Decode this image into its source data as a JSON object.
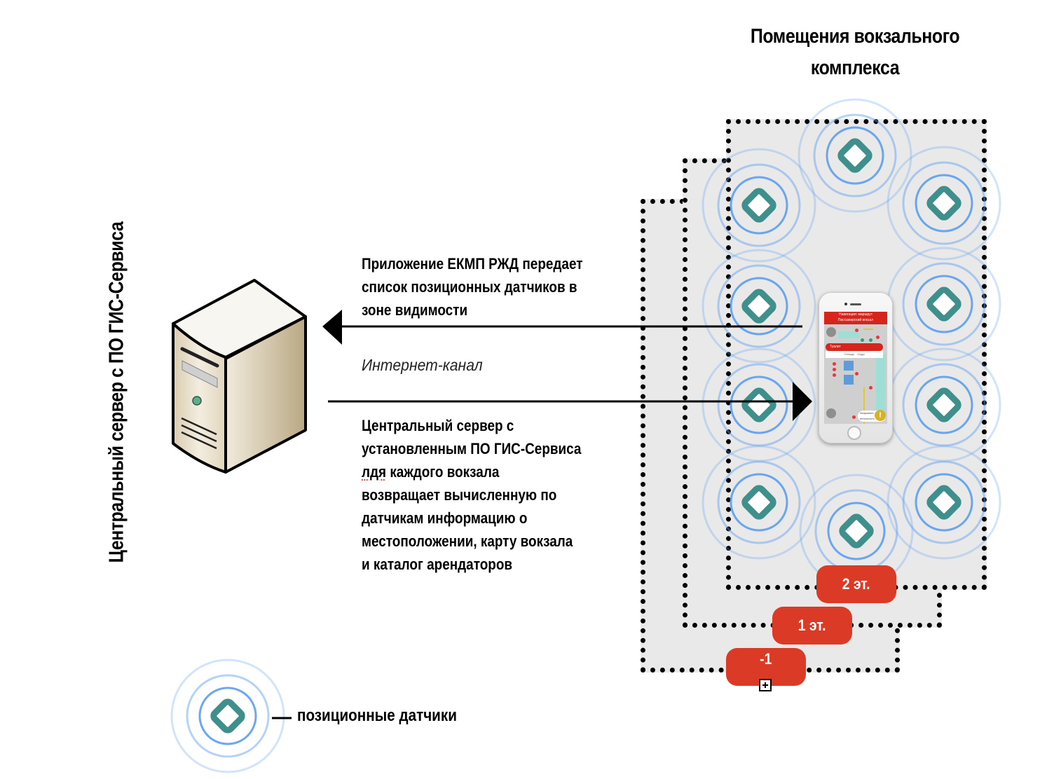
{
  "title": {
    "line1": "Помещения вокзального",
    "line2": "комплекса"
  },
  "server_label": "Центральный сервер с ПО ГИС-Сервиса",
  "upper_message": {
    "lines": [
      "Приложение ЕКМП РЖД передает",
      "список позиционных датчиков в",
      "зоне видимости"
    ],
    "direction": "phone-to-server"
  },
  "channel_label": "Интернет-канал",
  "lower_message": {
    "lines": [
      "Центральный сервер с",
      "установленным ПО ГИС-Сервиса",
      "лдя каждого вокзала",
      "возвращает вычисленную по",
      "датчикам информацию о",
      "местоположении, карту вокзала",
      "и каталог арендаторов"
    ],
    "line3_misspelled_word": "лдя",
    "line3_rest": " каждого вокзала",
    "direction": "server-to-phone"
  },
  "floors": [
    {
      "id": "floor-minus1",
      "label": "-1"
    },
    {
      "id": "floor-1",
      "label": "1 эт."
    },
    {
      "id": "floor-2",
      "label": "2 эт."
    }
  ],
  "sensors_on_floor_2_count": 10,
  "legend": {
    "label": "позиционные датчики",
    "icon": "positional-sensor-icon"
  },
  "phone_app": {
    "header_title": "Навигация: маршрут",
    "header_subtitle": "Пассажирский вокзал",
    "destination_pill": "Туалет",
    "from_label": "Отсюда",
    "to_label": "Сюда",
    "report_button": "Исправить неточность",
    "warn_glyph": "!"
  },
  "colors": {
    "badge_red": "#db3b26",
    "sensor_teal": "#3f8f8c",
    "ring_blue": "#5b9ef0",
    "floor_fill": "#e9e9e9",
    "server_beige": "#e3d8bf"
  }
}
